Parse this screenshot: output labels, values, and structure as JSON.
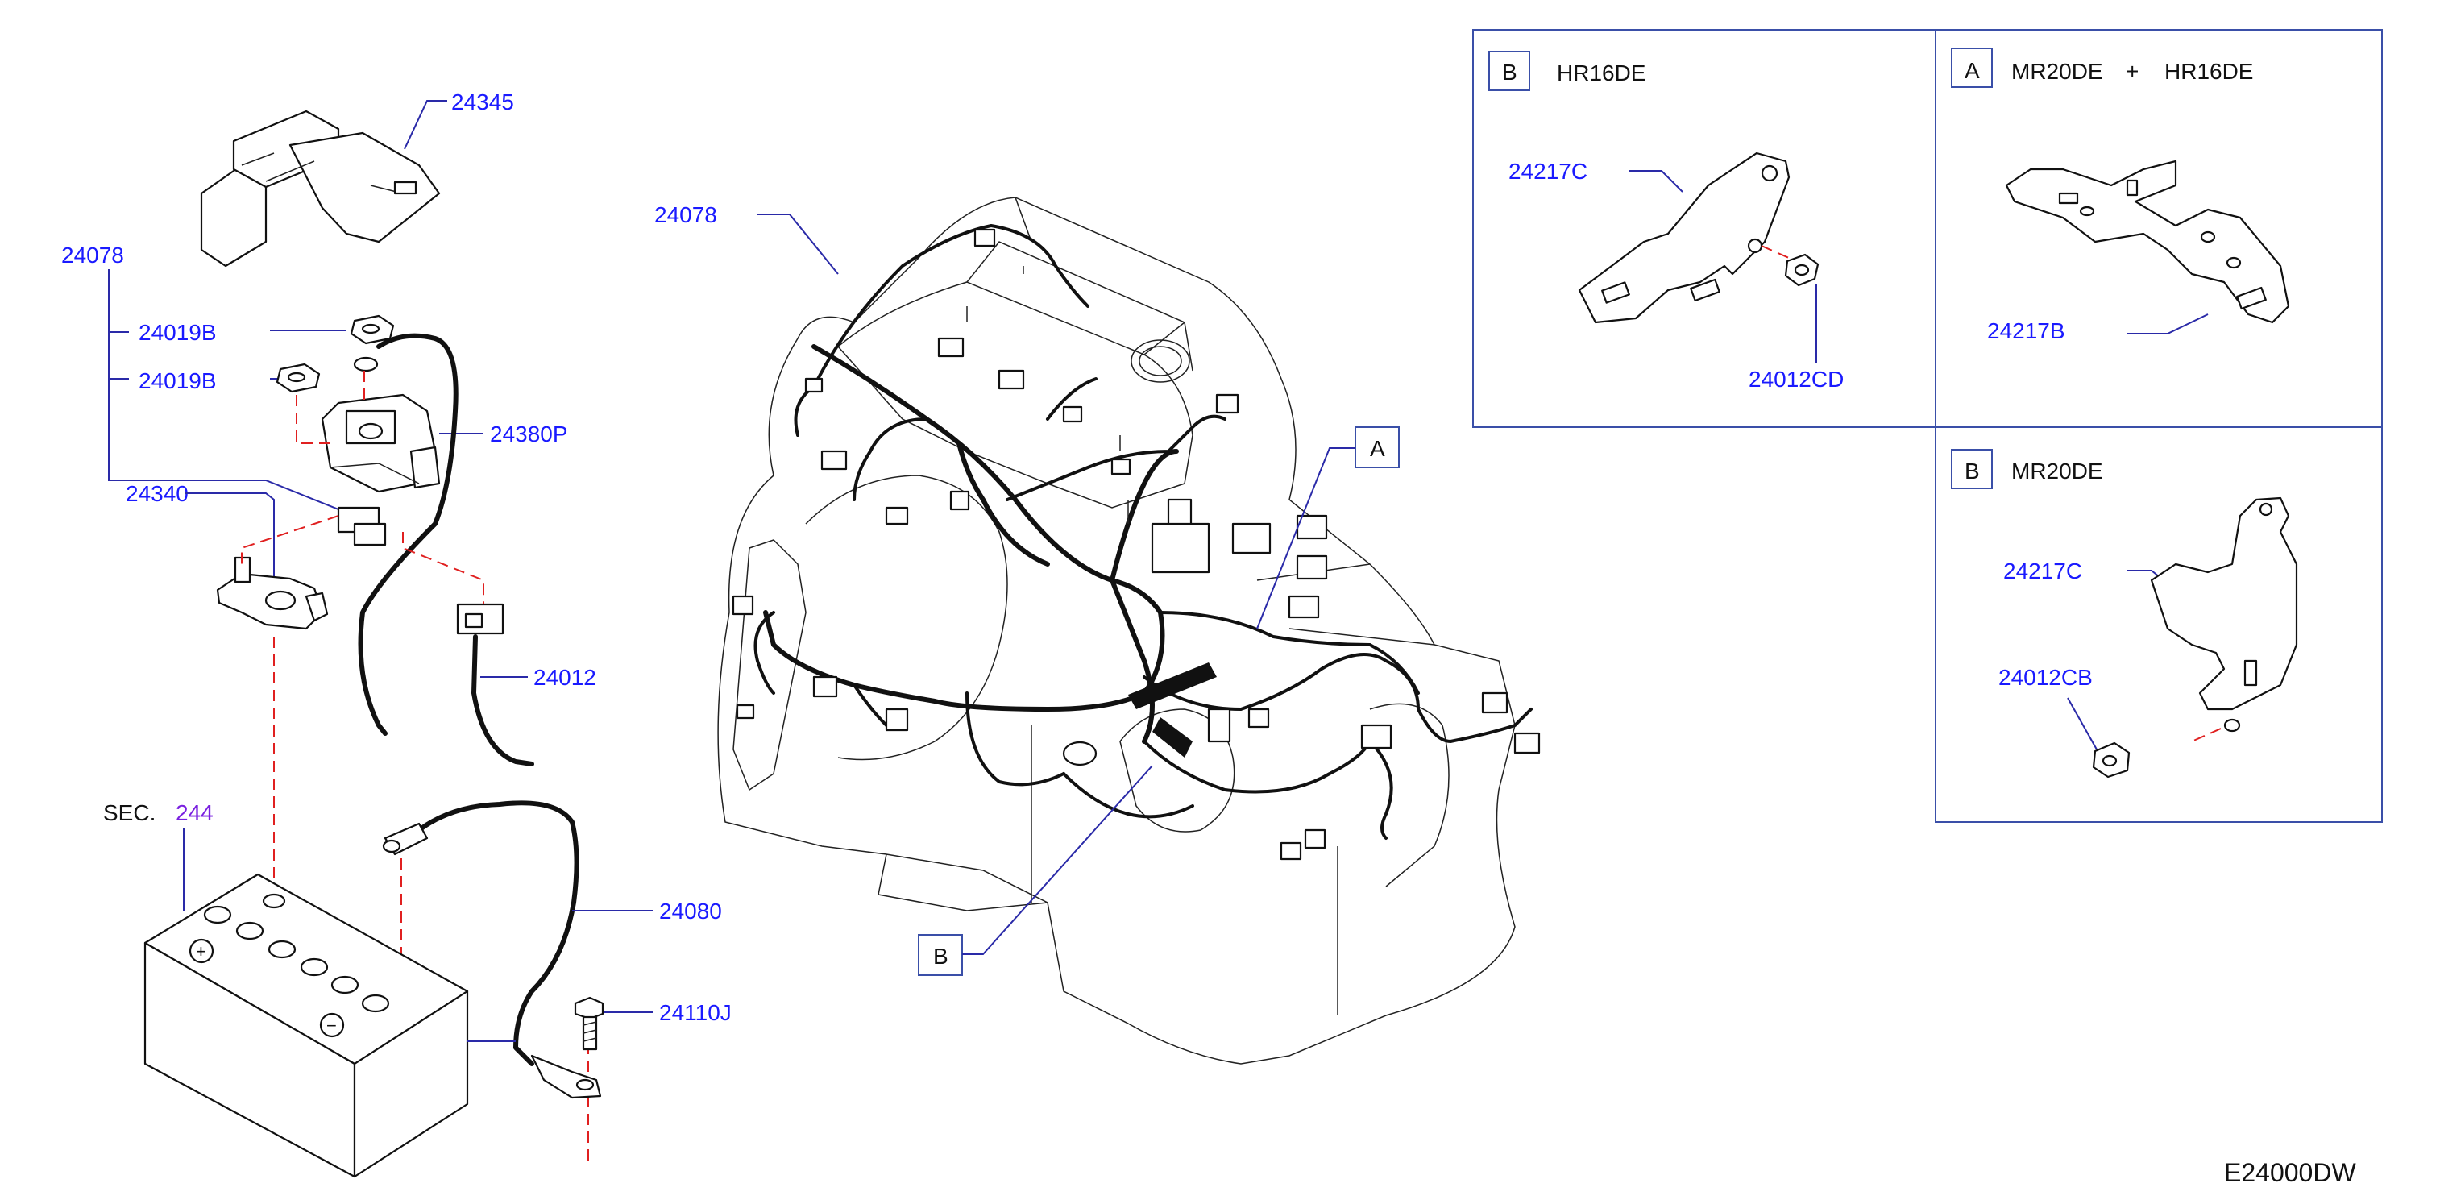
{
  "diagram_code": "E24000DW",
  "section_ref": {
    "prefix": "SEC.",
    "number": "244"
  },
  "labels": {
    "p24345": "24345",
    "p24078_left": "24078",
    "p24019B_a": "24019B",
    "p24019B_b": "24019B",
    "p24380P": "24380P",
    "p24340": "24340",
    "p24012": "24012",
    "p24080": "24080",
    "p24110J": "24110J",
    "p24078_engine": "24078"
  },
  "callouts": {
    "a_marker": "A",
    "b_marker": "B"
  },
  "detail_panels": [
    {
      "letter": "B",
      "engine": "HR16DE",
      "parts": [
        "24217C",
        "24012CD"
      ]
    },
    {
      "letter": "A",
      "engine_left": "MR20DE",
      "plus": "+",
      "engine_right": "HR16DE",
      "parts": [
        "24217B"
      ]
    },
    {
      "letter": "B",
      "engine": "MR20DE",
      "parts": [
        "24217C",
        "24012CB"
      ]
    }
  ],
  "colors": {
    "part_number": "#1a1aff",
    "leader": "#2a2aa8",
    "dashed_link": "#e02020",
    "frame": "#3a4fa8"
  }
}
